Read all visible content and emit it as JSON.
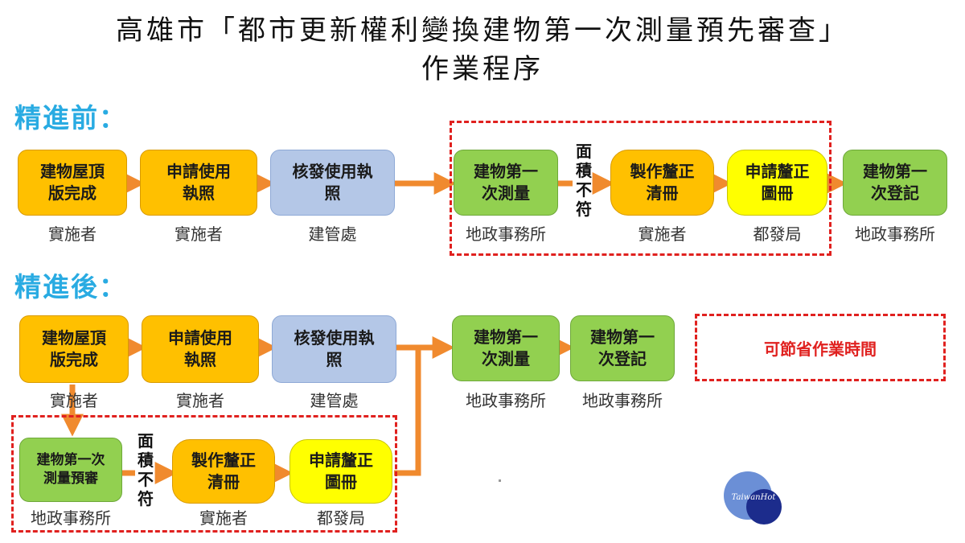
{
  "title": {
    "line1": "高雄市「都市更新權利變換建物第一次測量預先審查」",
    "line2": "作業程序"
  },
  "before": {
    "label": "精進前：",
    "steps": [
      {
        "text": "建物屋頂\n版完成",
        "caption": "實施者",
        "color": "#ffc000"
      },
      {
        "text": "申請使用\n執照",
        "caption": "實施者",
        "color": "#ffc000"
      },
      {
        "text": "核發使用執\n照",
        "caption": "建管處",
        "color": "#b4c7e7"
      },
      {
        "text": "建物第一\n次測量",
        "caption": "地政事務所",
        "color": "#92d050"
      },
      {
        "text": "製作釐正\n清冊",
        "caption": "實施者",
        "color": "#ffc000"
      },
      {
        "text": "申請釐正\n圖冊",
        "caption": "都發局",
        "color": "#ffff00"
      },
      {
        "text": "建物第一\n次登記",
        "caption": "地政事務所",
        "color": "#92d050"
      }
    ],
    "mismatch_label": "面\n積\n不\n符"
  },
  "after": {
    "label": "精進後：",
    "steps": [
      {
        "text": "建物屋頂\n版完成",
        "caption": "實施者",
        "color": "#ffc000"
      },
      {
        "text": "申請使用\n執照",
        "caption": "實施者",
        "color": "#ffc000"
      },
      {
        "text": "核發使用執\n照",
        "caption": "建管處",
        "color": "#b4c7e7"
      },
      {
        "text": "建物第一\n次測量",
        "caption": "地政事務所",
        "color": "#92d050"
      },
      {
        "text": "建物第一\n次登記",
        "caption": "地政事務所",
        "color": "#92d050"
      }
    ],
    "pre_review": [
      {
        "text": "建物第一次\n測量預審",
        "caption": "地政事務所",
        "color": "#92d050"
      },
      {
        "text": "製作釐正\n清冊",
        "caption": "實施者",
        "color": "#ffc000"
      },
      {
        "text": "申請釐正\n圖冊",
        "caption": "都發局",
        "color": "#ffff00"
      }
    ],
    "mismatch_label": "面\n積\n不\n符",
    "note": "可節省作業時間"
  },
  "arrow_color": "#f08a2e",
  "highlight_color": "#e0211f",
  "logo_text": "TaiwanHot"
}
